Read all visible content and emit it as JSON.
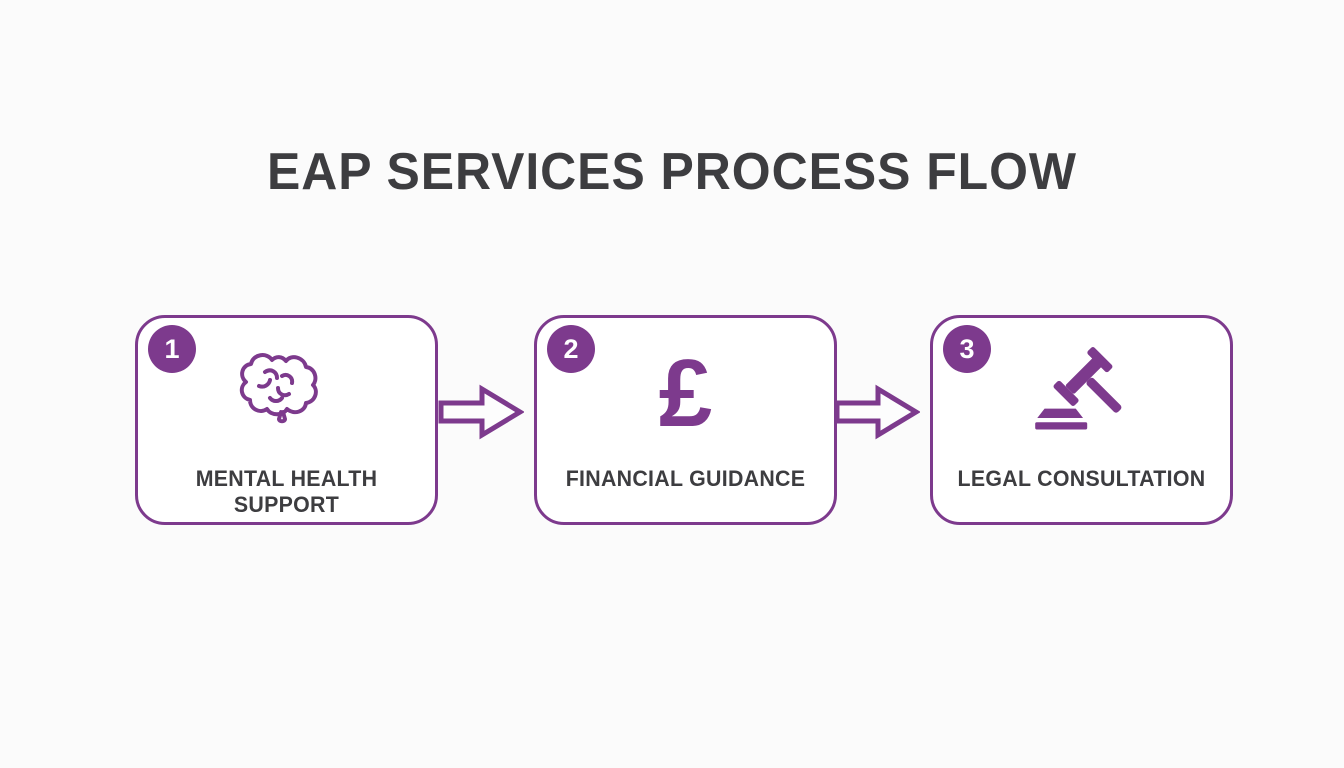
{
  "title": "EAP SERVICES PROCESS FLOW",
  "colors": {
    "accent": "#7d3a8d",
    "ink": "#3d3d40",
    "background": "#fbfbfb",
    "card_background": "#ffffff",
    "badge_text": "#ffffff"
  },
  "steps": [
    {
      "number": "1",
      "icon": "brain-icon",
      "label": "MENTAL HEALTH SUPPORT"
    },
    {
      "number": "2",
      "icon": "pound-icon",
      "pound_glyph": "£",
      "label": "FINANCIAL GUIDANCE"
    },
    {
      "number": "3",
      "icon": "gavel-icon",
      "label": "LEGAL CONSULTATION"
    }
  ],
  "arrows": [
    {
      "name": "flow-arrow-1",
      "direction": "right"
    },
    {
      "name": "flow-arrow-2",
      "direction": "right"
    }
  ]
}
